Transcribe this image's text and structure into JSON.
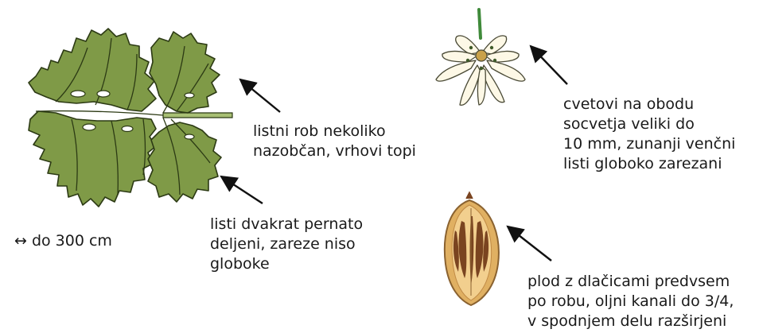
{
  "labels": {
    "leaf_margin": "listni rob nekoliko\nnazobčan, vrhovi topi",
    "leaf_division": "listi dvakrat pernato\ndeljeni, zareze niso\ngloboke",
    "size": "↔ do 300 cm",
    "flowers": "cvetovi na obodu\nsocvetja veliki do\n10 mm, zunanji venčni\nlisti globoko zarezani",
    "fruit": "plod z dlačicami predvsem\npo robu, oljni kanali do 3/4,\nv spodnjem delu razširjeni"
  },
  "colors": {
    "leaf_fill": "#7f9a47",
    "leaf_outline": "#2c3a14",
    "petal_fill": "#fdf8e6",
    "stem": "#3f8a3a",
    "fruit_body": "#e0b062",
    "fruit_canal": "#7a4420",
    "arrow": "#111111"
  }
}
